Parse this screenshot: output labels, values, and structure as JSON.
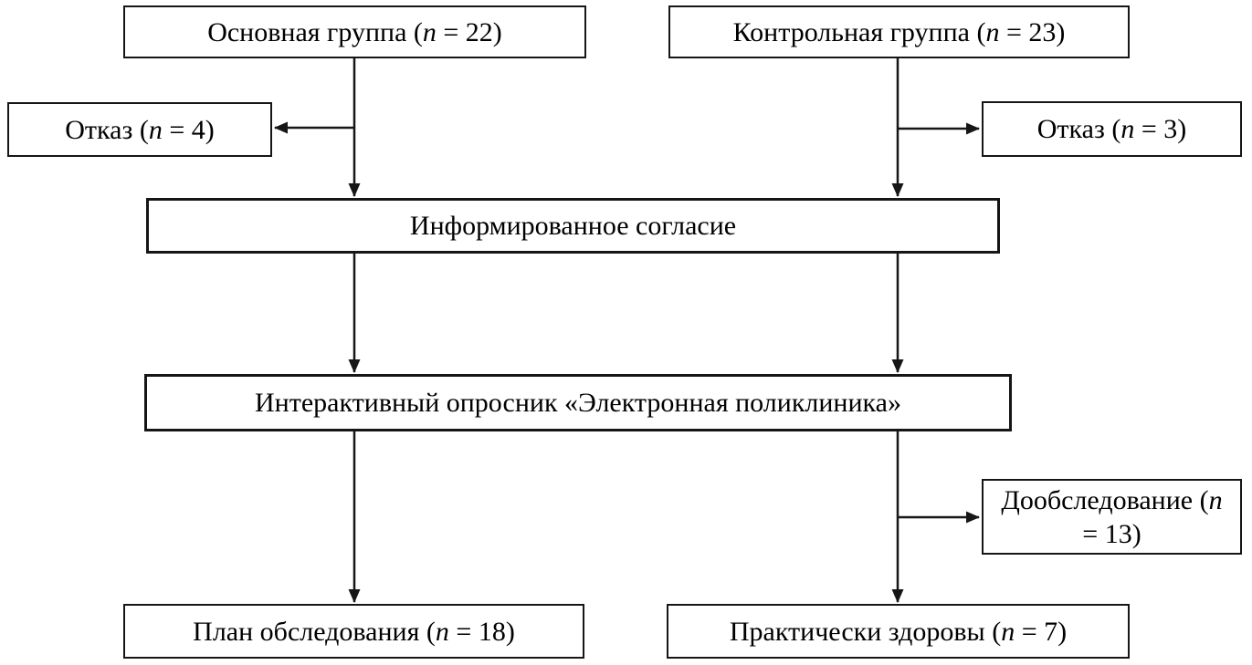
{
  "diagram": {
    "title": "Study enrollment flowchart",
    "boxes": {
      "main_group": {
        "pre": "Основная группа (",
        "var": "n",
        "post": " = 22)"
      },
      "control_group": {
        "pre": "Контрольная группа (",
        "var": "n",
        "post": " = 23)"
      },
      "refusal_left": {
        "pre": "Отказ (",
        "var": "n",
        "post": " = 4)"
      },
      "refusal_right": {
        "pre": "Отказ (",
        "var": "n",
        "post": " = 3)"
      },
      "consent": {
        "label": "Информированное согласие"
      },
      "questionnaire": {
        "label": "Интерактивный опросник «Электронная поликлиника»"
      },
      "additional_exam": {
        "pre": "Дообследование (",
        "var": "n",
        "post": " = 13)"
      },
      "exam_plan": {
        "pre": "План обследования (",
        "var": "n",
        "post": " = 18)"
      },
      "healthy": {
        "pre": "Практически здоровы (",
        "var": "n",
        "post": " = 7)"
      }
    },
    "colors": {
      "border": "#161616",
      "line": "#161616",
      "text": "#000000",
      "background": "#ffffff"
    }
  }
}
